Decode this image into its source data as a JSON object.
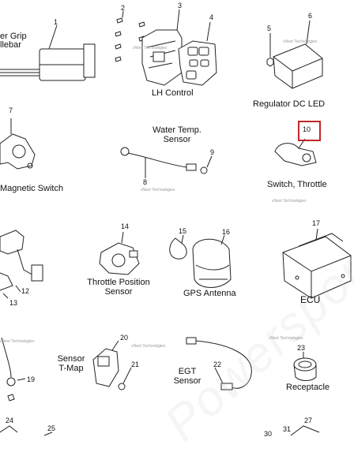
{
  "callouts": {
    "n1": "1",
    "n2": "2",
    "n3": "3",
    "n4": "4",
    "n5": "5",
    "n6": "6",
    "n7": "7",
    "n8": "8",
    "n9": "9",
    "n10": "10",
    "n12": "12",
    "n13": "13",
    "n14": "14",
    "n15": "15",
    "n16": "16",
    "n17": "17",
    "n19": "19",
    "n20": "20",
    "n21": "21",
    "n22": "22",
    "n23": "23",
    "n24": "24",
    "n25": "25",
    "n27": "27",
    "n30": "30",
    "n31": "31"
  },
  "labels": {
    "hand_grip_line1": "er Grip",
    "hand_grip_line2": "llebar",
    "lh_control": "LH Control",
    "regulator": "Regulator DC LED",
    "water_temp_line1": "Water Temp.",
    "water_temp_line2": "Sensor",
    "magnetic_switch": "Magnetic Switch",
    "switch_throttle": "Switch, Throttle",
    "tps_line1": "Throttle Position",
    "tps_line2": "Sensor",
    "gps_antenna": "GPS Antenna",
    "ecu": "ECU",
    "sensor_tmap_line1": "Sensor",
    "sensor_tmap_line2": "T-Map",
    "egt_line1": "EGT",
    "egt_line2": "Sensor",
    "receptacle": "Receptacle"
  },
  "watermarks": {
    "small": "vNext Technologies",
    "large": "Powersportsdealer.com"
  },
  "colors": {
    "highlight": "#c0262a",
    "line": "#222222"
  }
}
